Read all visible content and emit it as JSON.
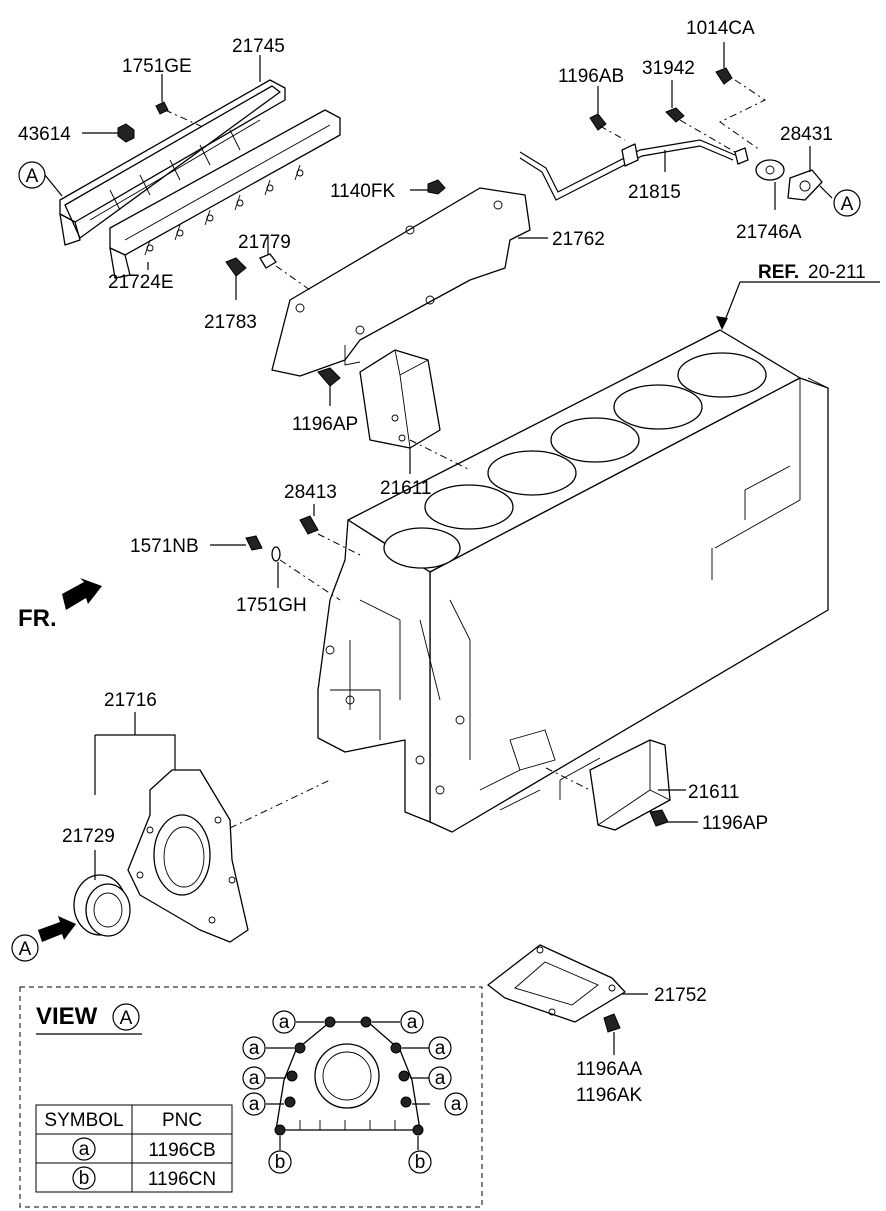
{
  "labels": {
    "p21745": "21745",
    "p1751GE": "1751GE",
    "p43614": "43614",
    "p21724E": "21724E",
    "p1140FK": "1140FK",
    "p21779": "21779",
    "p21783": "21783",
    "p21762": "21762",
    "p1196AP_top": "1196AP",
    "p21611_top": "21611",
    "p1196AB": "1196AB",
    "p31942": "31942",
    "p1014CA": "1014CA",
    "p28431": "28431",
    "p21815": "21815",
    "p21746A": "21746A",
    "ref_bold": "REF.",
    "ref_num": "20-211",
    "p28413": "28413",
    "p1571NB": "1571NB",
    "p1751GH": "1751GH",
    "fr": "FR.",
    "p21716": "21716",
    "p21729": "21729",
    "p21611_bottom": "21611",
    "p1196AP_bottom": "1196AP",
    "p21752": "21752",
    "p1196AA": "1196AA",
    "p1196AK": "1196AK"
  },
  "callouts": {
    "A": "A",
    "a": "a",
    "b": "b"
  },
  "view": {
    "title": "VIEW"
  },
  "legend_table": {
    "headers": [
      "SYMBOL",
      "PNC"
    ],
    "rows": [
      {
        "symbol": "a",
        "pnc": "1196CB"
      },
      {
        "symbol": "b",
        "pnc": "1196CN"
      }
    ]
  }
}
